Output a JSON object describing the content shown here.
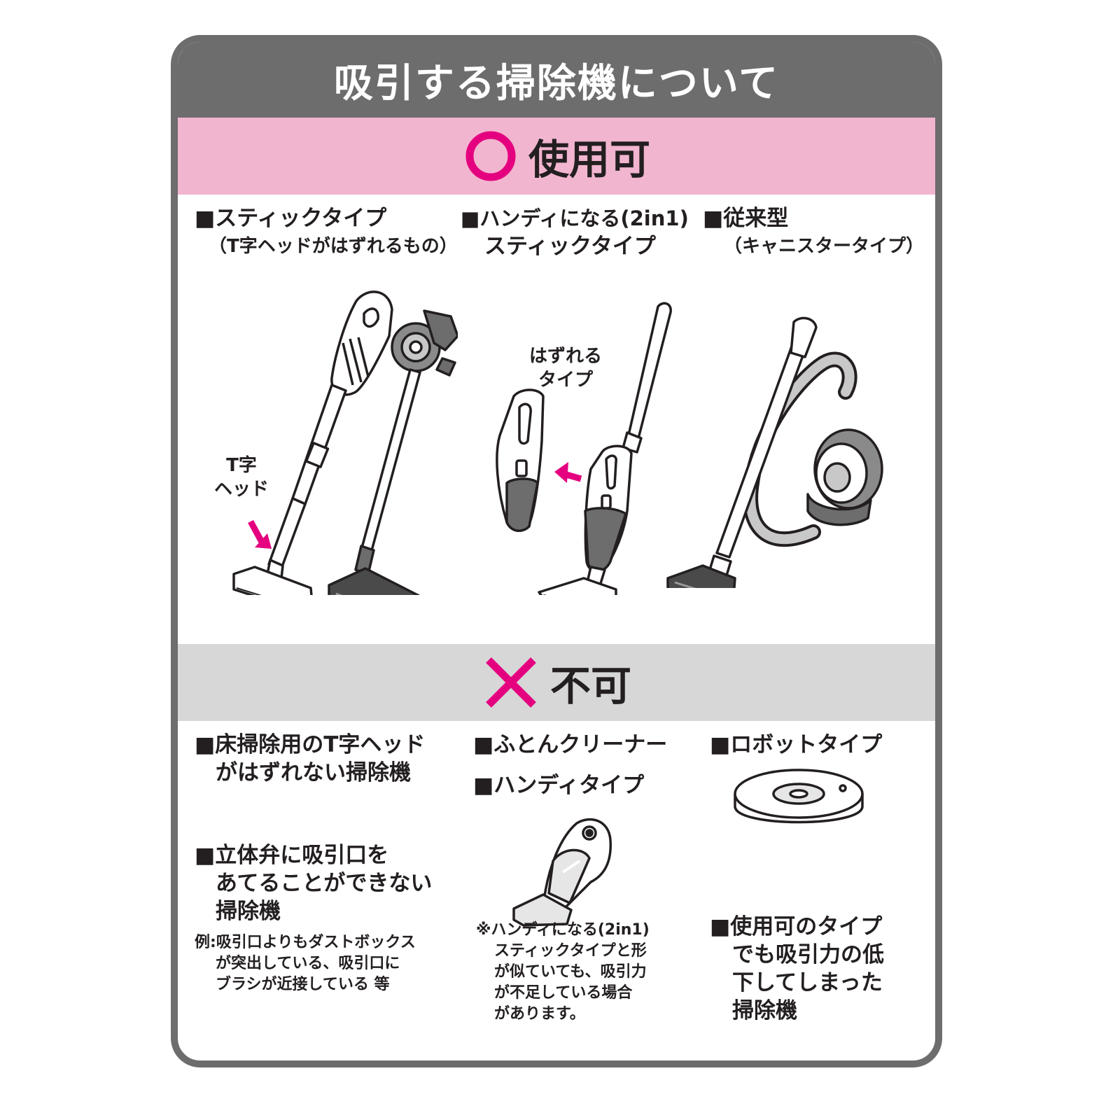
{
  "colors": {
    "accent": "#e4007f",
    "pink_bg": "#f2b5cf",
    "header_gray": "#6d6d6d",
    "ng_gray": "#d7d7d7"
  },
  "title": "吸引する掃除機について",
  "ok": {
    "symbol": "circle-mark",
    "label": "使用可",
    "items": [
      {
        "line1": "■スティックタイプ",
        "line2": "（T字ヘッドがはずれるもの）"
      },
      {
        "line1": "■ハンディになる(2in1)",
        "line2": "スティックタイプ"
      },
      {
        "line1": "■従来型",
        "line2": "（キャニスタータイプ）"
      }
    ],
    "callouts": {
      "t_head_1": "T字",
      "t_head_2": "ヘッド",
      "detach_1": "はずれる",
      "detach_2": "タイプ"
    }
  },
  "ng": {
    "symbol": "cross-mark",
    "label": "不可",
    "col1": {
      "item1_line1": "■床掃除用のT字ヘッド",
      "item1_line2": "がはずれない掃除機",
      "item2_line1": "■立体弁に吸引口を",
      "item2_line2": "あてることができない",
      "item2_line3": "掃除機",
      "example_1": "例:吸引口よりもダストボックス",
      "example_2": "が突出している、吸引口に",
      "example_3": "ブラシが近接している 等"
    },
    "col2": {
      "item1": "■ふとんクリーナー",
      "item2": "■ハンディタイプ",
      "note_1": "※ハンディになる(2in1)",
      "note_2": "スティックタイプと形",
      "note_3": "が似ていても、吸引力",
      "note_4": "が不足している場合",
      "note_5": "があります。"
    },
    "col3": {
      "item1": "■ロボットタイプ",
      "item2_line1": "■使用可のタイプ",
      "item2_line2": "でも吸引力の低",
      "item2_line3": "下してしまった",
      "item2_line4": "掃除機"
    }
  }
}
